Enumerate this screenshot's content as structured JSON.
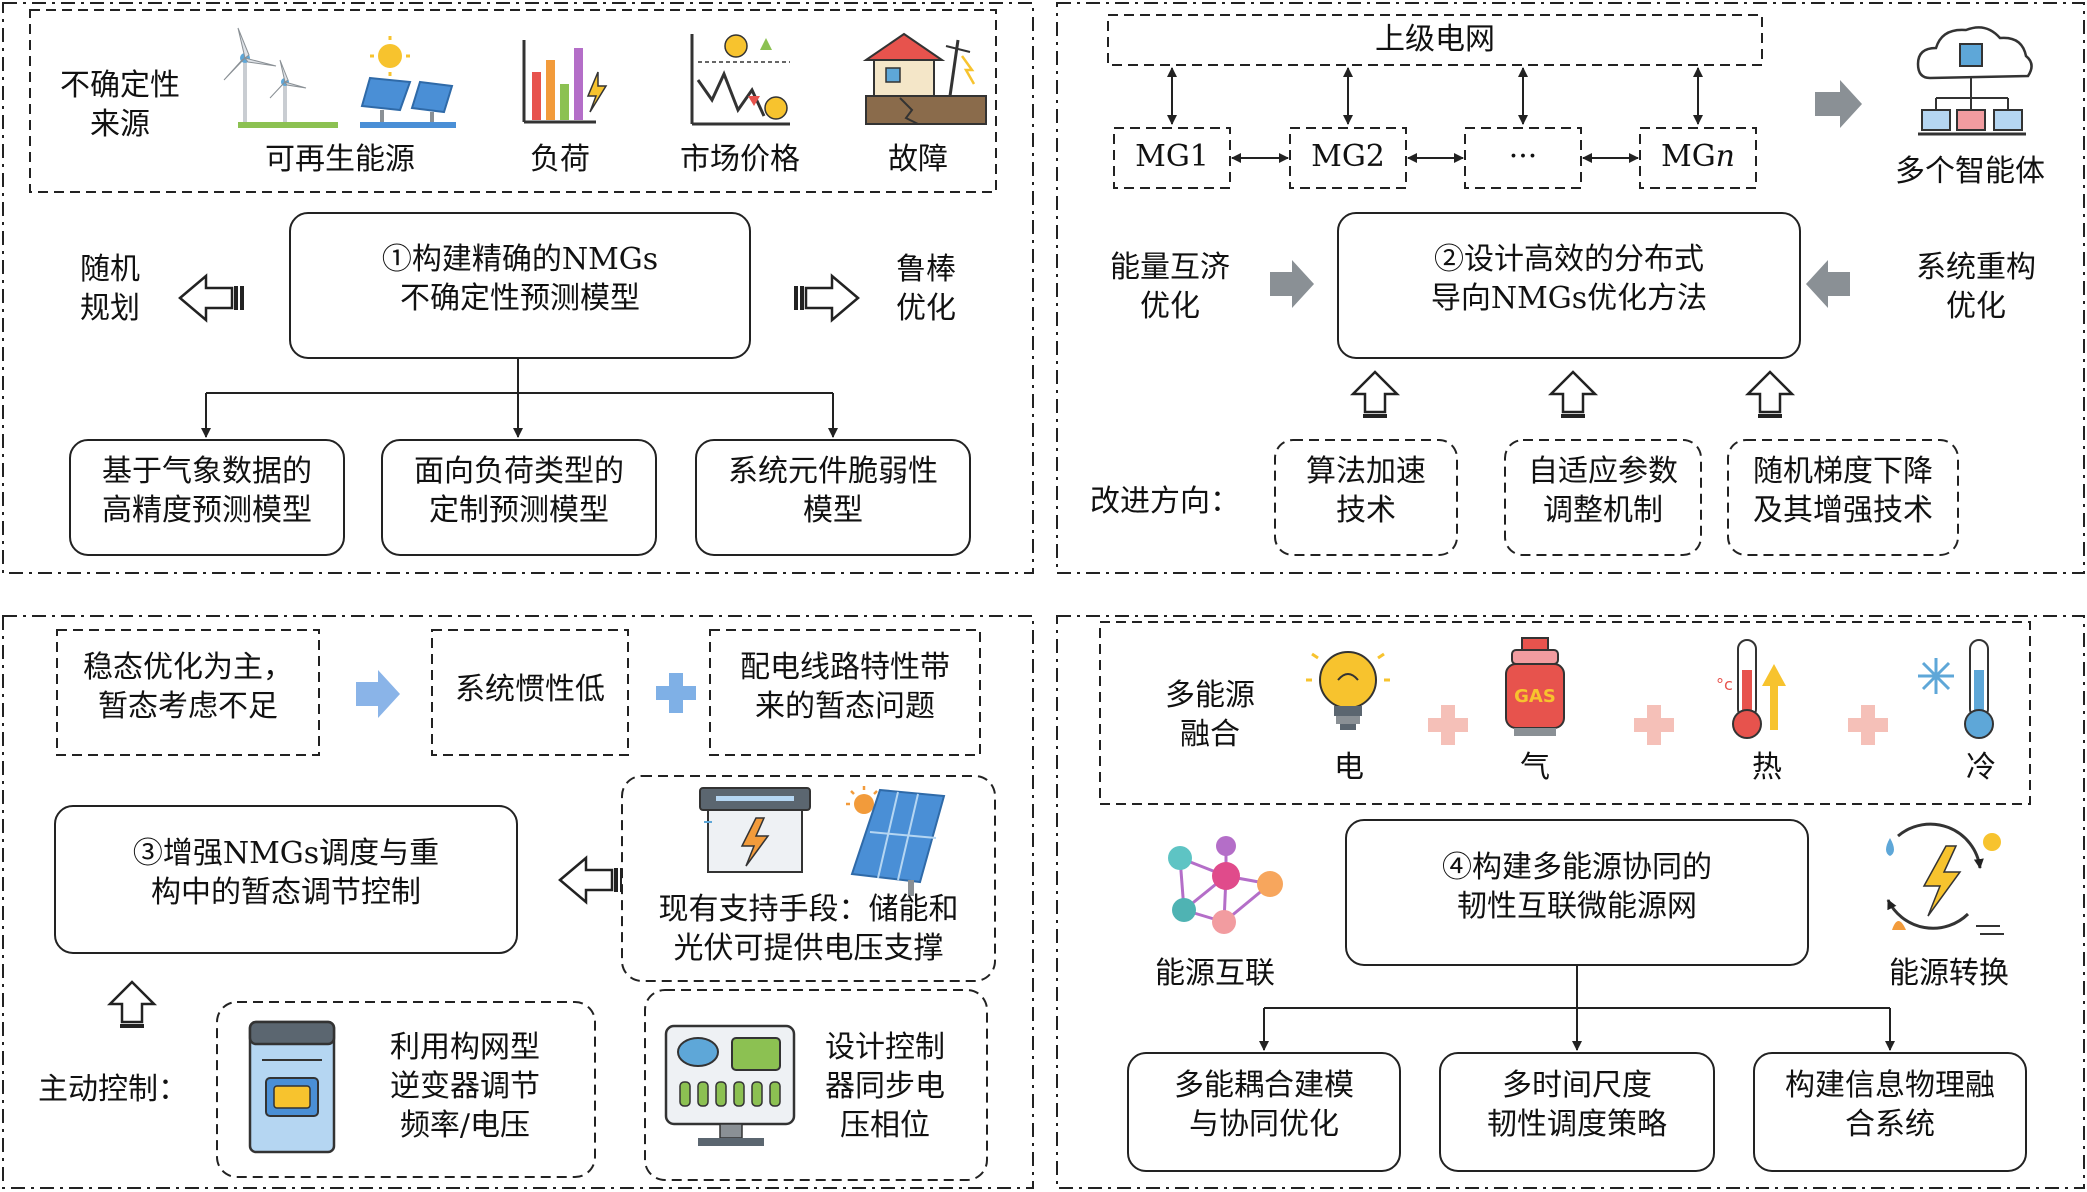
{
  "colors": {
    "line": "#222222",
    "gray_arrow": "#8a9095",
    "blue_arrow": "#8ab4e8",
    "pink_plus": "#f5c0b8",
    "blue_plus": "#7fb0e6"
  },
  "q1": {
    "uncertainty_label_l1": "不确定性",
    "uncertainty_label_l2": "来源",
    "sources": [
      {
        "icon": "wind-turbine-solar-icon",
        "label": "可再生能源"
      },
      {
        "icon": "load-bar-chart-icon",
        "label": "负荷"
      },
      {
        "icon": "market-price-chart-icon",
        "label": "市场价格"
      },
      {
        "icon": "damaged-house-icon",
        "label": "故障"
      }
    ],
    "main_l1": "①构建精确的NMGs",
    "main_l2": "不确定性预测模型",
    "left_l1": "随机",
    "left_l2": "规划",
    "right_l1": "鲁棒",
    "right_l2": "优化",
    "subs": [
      {
        "l1": "基于气象数据的",
        "l2": "高精度预测模型"
      },
      {
        "l1": "面向负荷类型的",
        "l2": "定制预测模型"
      },
      {
        "l1": "系统元件脆弱性",
        "l2": "模型"
      }
    ]
  },
  "q2": {
    "grid": "上级电网",
    "mgs": [
      "MG1",
      "MG2",
      "···",
      "MG"
    ],
    "mg_last_suffix": "n",
    "agents": "多个智能体",
    "left_l1": "能量互济",
    "left_l2": "优化",
    "right_l1": "系统重构",
    "right_l2": "优化",
    "main_l1": "②设计高效的分布式",
    "main_l2": "导向NMGs优化方法",
    "improve_label": "改进方向：",
    "subs": [
      {
        "l1": "算法加速",
        "l2": "技术"
      },
      {
        "l1": "自适应参数",
        "l2": "调整机制"
      },
      {
        "l1": "随机梯度下降",
        "l2": "及其增强技术"
      }
    ]
  },
  "q3": {
    "top": [
      {
        "l1": "稳态优化为主，",
        "l2": "暂态考虑不足"
      },
      {
        "l1": "系统惯性低",
        "l2": ""
      },
      {
        "l1": "配电线路特性带",
        "l2": "来的暂态问题"
      }
    ],
    "main_l1": "③增强NMGs调度与重",
    "main_l2": "构中的暂态调节控制",
    "support_l1": "现有支持手段：储能和",
    "support_l2": "光伏可提供电压支撑",
    "active_label": "主动控制：",
    "inverter": {
      "l1": "利用构网型",
      "l2": "逆变器调节",
      "l3": "频率/电压"
    },
    "sync": {
      "l1": "设计控制",
      "l2": "器同步电",
      "l3": "压相位"
    }
  },
  "q4": {
    "fusion_l1": "多能源",
    "fusion_l2": "融合",
    "energies": [
      {
        "icon": "light-bulb-icon",
        "label": "电"
      },
      {
        "icon": "gas-cylinder-icon",
        "label": "气"
      },
      {
        "icon": "hot-thermometer-icon",
        "label": "热"
      },
      {
        "icon": "cold-thermometer-icon",
        "label": "冷"
      }
    ],
    "interconnect": "能源互联",
    "conversion": "能源转换",
    "main_l1": "④构建多能源协同的",
    "main_l2": "韧性互联微能源网",
    "subs": [
      {
        "l1": "多能耦合建模",
        "l2": "与协同优化"
      },
      {
        "l1": "多时间尺度",
        "l2": "韧性调度策略"
      },
      {
        "l1": "构建信息物理融",
        "l2": "合系统"
      }
    ]
  }
}
